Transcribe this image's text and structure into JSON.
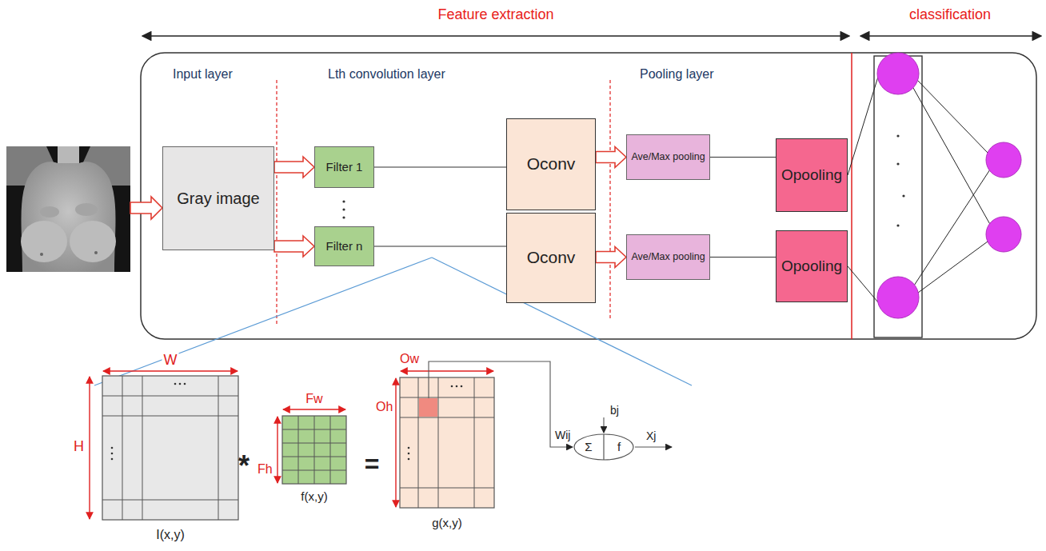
{
  "diagram": {
    "nodes": [
      {
        "text": [
          "Gray image"
        ]
      },
      {
        "text": [
          "Filter 1"
        ]
      },
      {
        "text": [
          "Filter n"
        ]
      },
      {
        "text": [
          "Oconv"
        ]
      },
      {
        "text": [
          "Oconv"
        ]
      },
      {
        "text": [
          "Ave/Max pooling"
        ]
      },
      {
        "text": [
          "Ave/Max pooling"
        ]
      },
      {
        "text": [
          "Opooling"
        ]
      },
      {
        "text": [
          "Opooling"
        ]
      },
      {
        "text": [
          "Σ",
          "f"
        ]
      }
    ],
    "edges": [
      {
        "from": 0,
        "to": 1,
        "arrow": "to"
      },
      {
        "from": 0,
        "to": 2,
        "arrow": "to"
      },
      {
        "from": 1,
        "to": 3,
        "arrow": "none"
      },
      {
        "from": 2,
        "to": 4,
        "arrow": "none"
      },
      {
        "from": 3,
        "to": 5,
        "arrow": "to"
      },
      {
        "from": 4,
        "to": 6,
        "arrow": "to"
      },
      {
        "from": 5,
        "to": 7,
        "arrow": "none"
      },
      {
        "from": 6,
        "to": 8,
        "arrow": "none"
      }
    ],
    "labels": [
      "Feature extraction",
      "classification",
      "Input layer",
      "Lth convolution layer",
      "Pooling layer",
      "W",
      "H",
      "I(x,y)",
      "*",
      "Fw",
      "Fh",
      "f(x,y)",
      "=",
      "Ow",
      "Oh",
      "g(x,y)",
      "bj",
      "Wij",
      "Xj"
    ]
  }
}
